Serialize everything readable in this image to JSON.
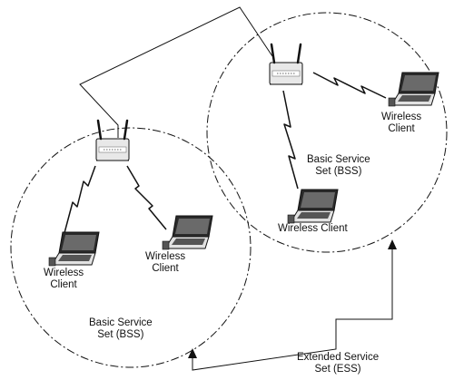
{
  "labels": {
    "bss_right": [
      "Basic Service",
      "Set (BSS)"
    ],
    "bss_left": [
      "Basic Service",
      "Set (BSS)"
    ],
    "ess": [
      "Extended Service",
      "Set (ESS)"
    ],
    "client_right_top": [
      "Wireless",
      "Client"
    ],
    "client_right_bottom": [
      "Wireless Client"
    ],
    "client_left_a": [
      "Wireless",
      "Client"
    ],
    "client_left_b": [
      "Wireless",
      "Client"
    ]
  },
  "icons": {
    "access_point": "access-point-icon",
    "laptop": "laptop-icon",
    "wireless_link": "lightning-bolt-icon"
  },
  "colors": {
    "stroke": "#111111",
    "device_body": "#e8e8e8",
    "screen": "#2a2a2a",
    "keyboard": "#555555"
  }
}
